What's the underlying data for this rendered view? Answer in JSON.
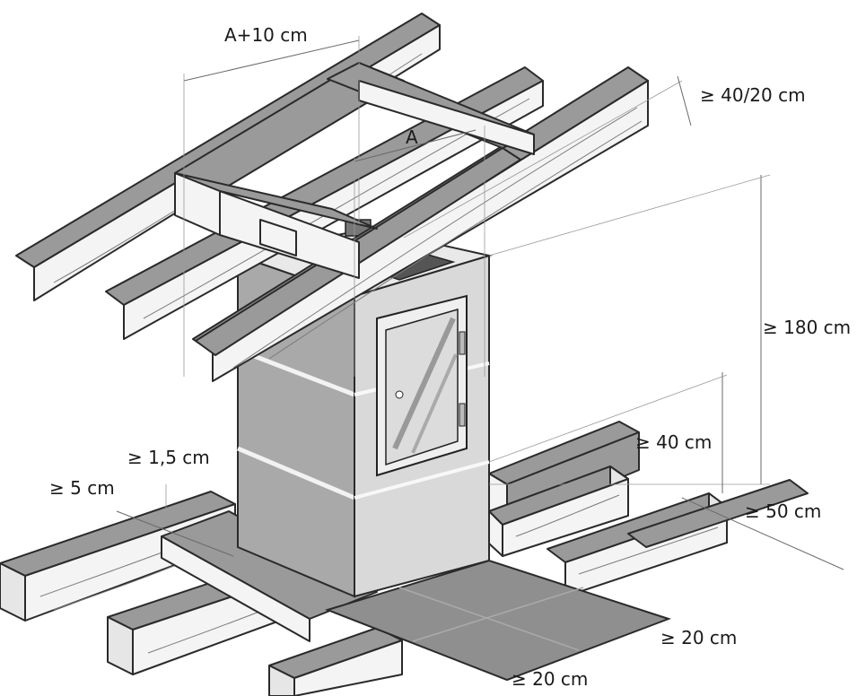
{
  "labels": {
    "a_plus_10": "A+10 cm",
    "a": "A",
    "roof_clearance": "≥ 40/20 cm",
    "height_180": "≥ 180 cm",
    "side_40": "≥ 40 cm",
    "side_50": "≥ 50 cm",
    "gap_1_5": "≥ 1,5 cm",
    "wall_5": "≥ 5 cm",
    "plate_20_right": "≥ 20 cm",
    "plate_20_front": "≥ 20 cm"
  }
}
